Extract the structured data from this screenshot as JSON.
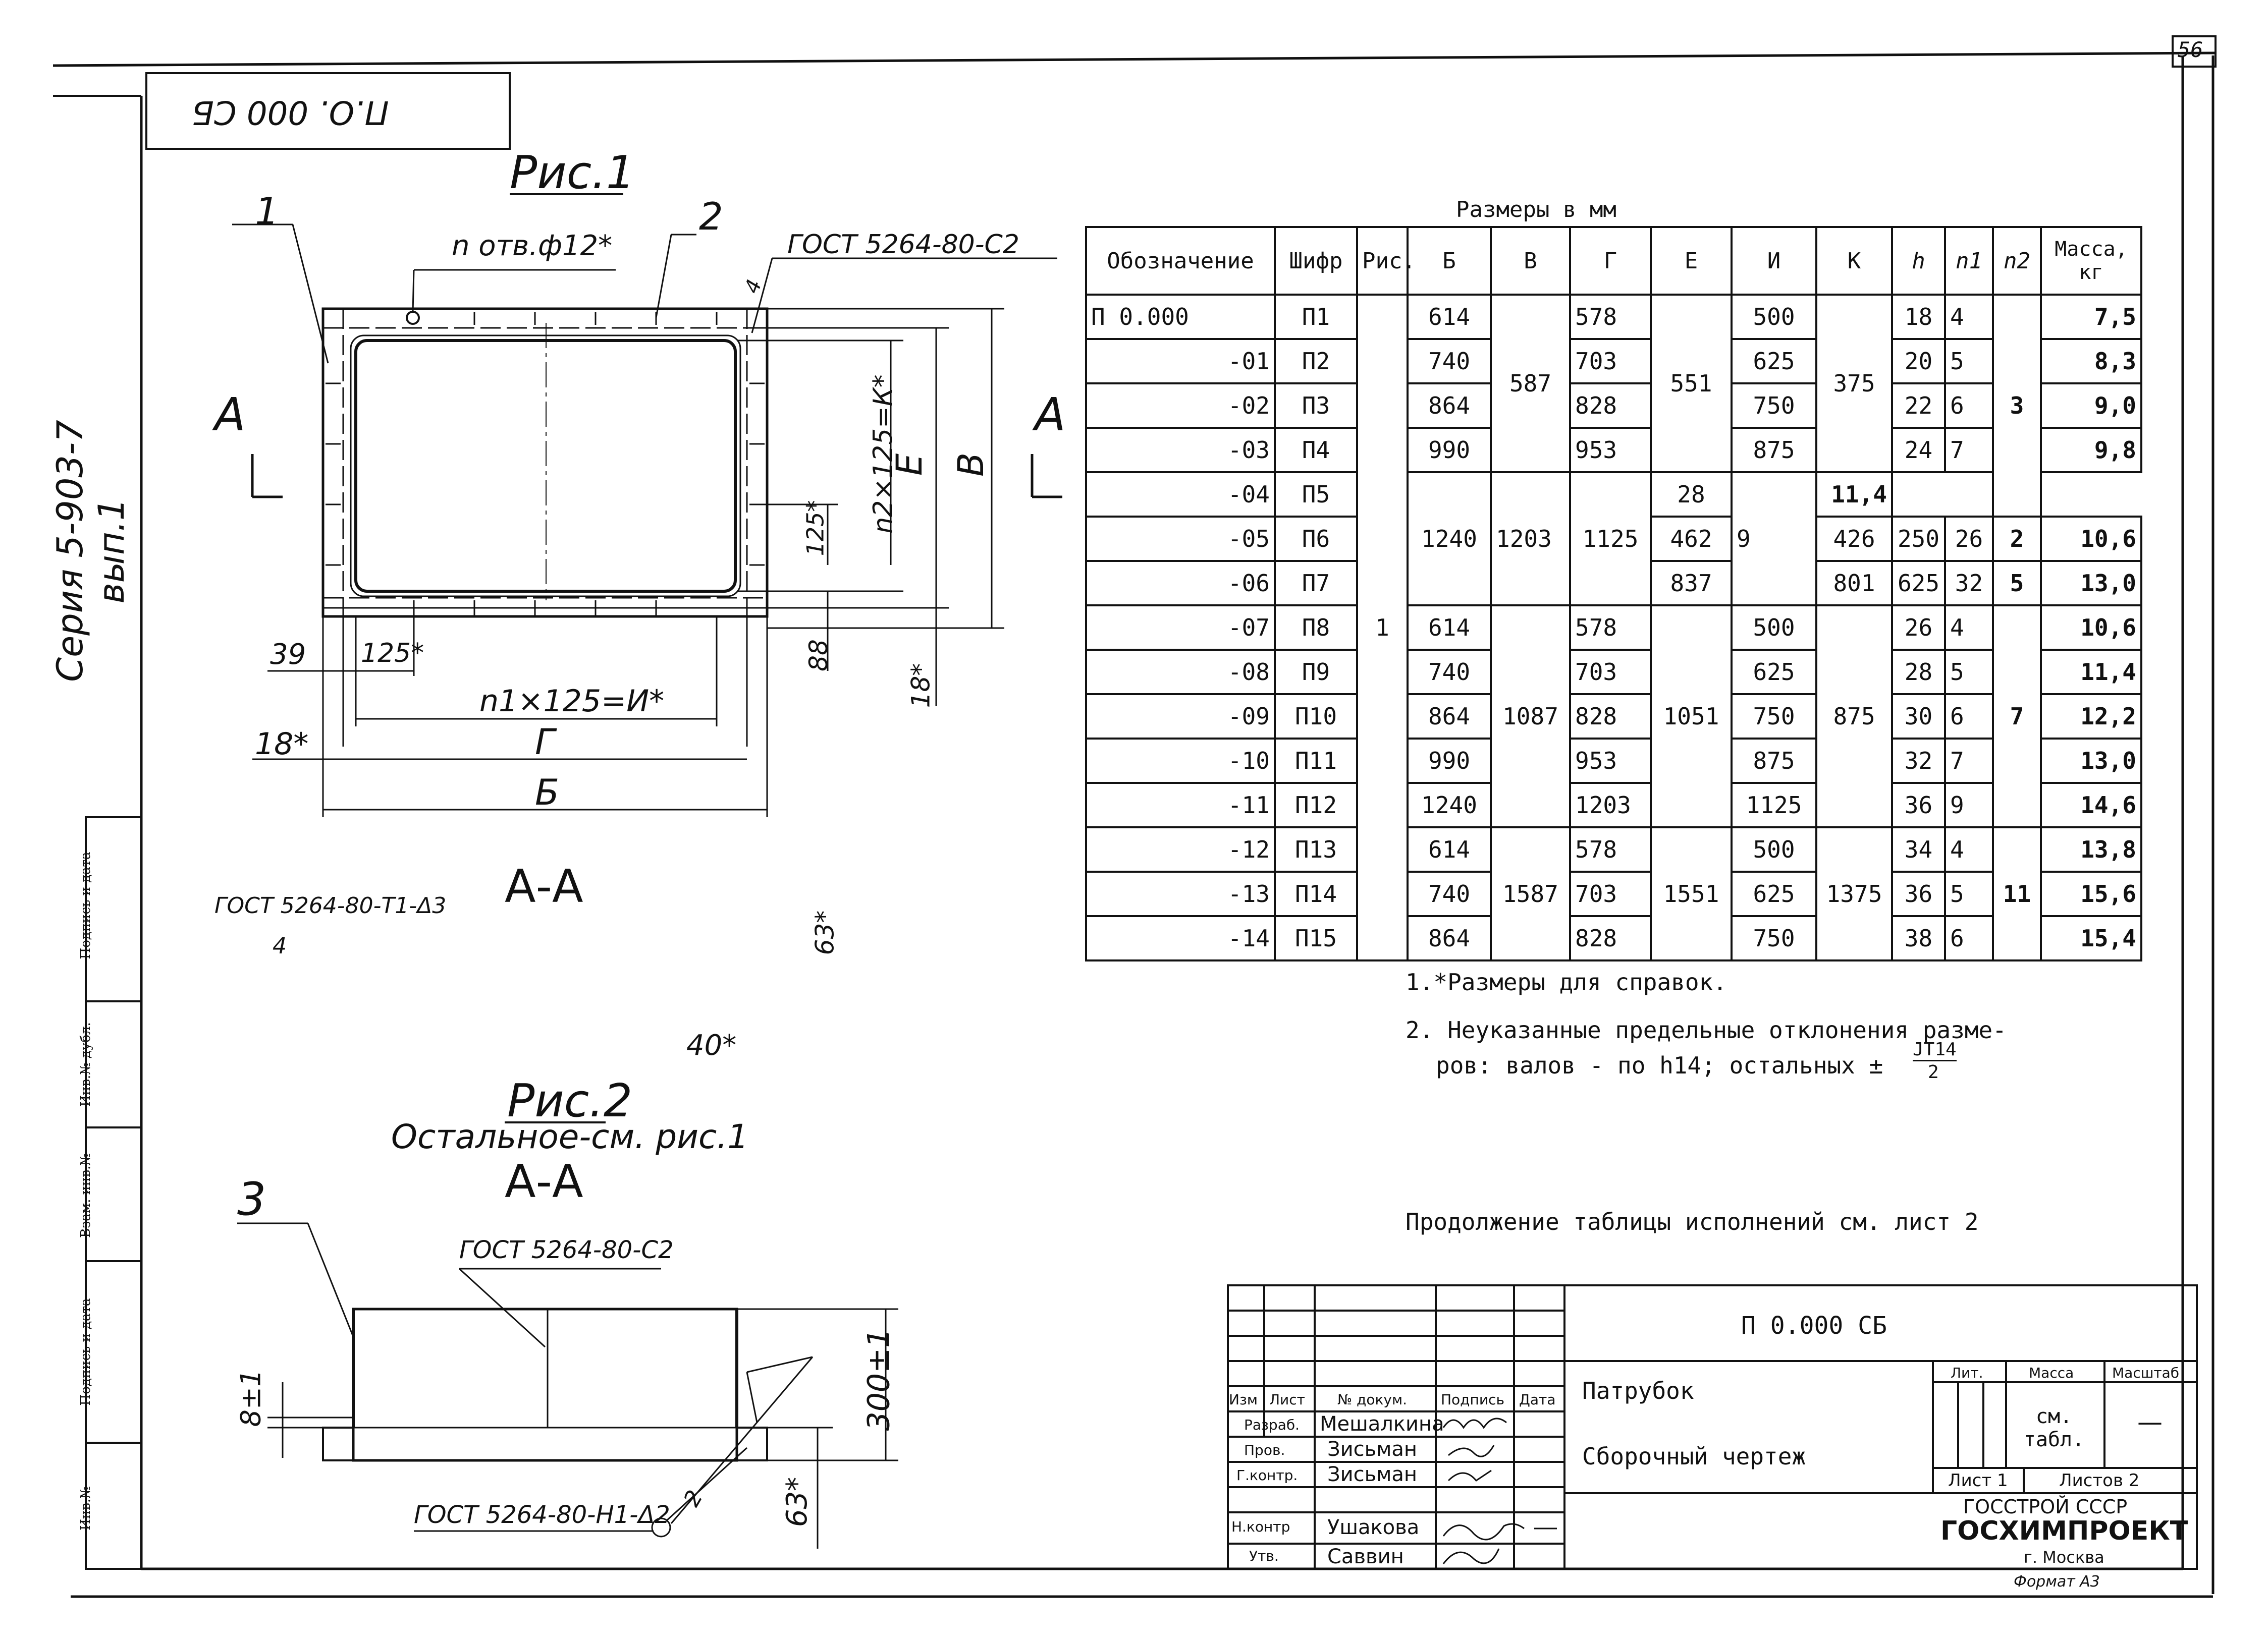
{
  "sheet_number": "56",
  "corner_stamp": "П.О. 000 СБ",
  "series": "Серия 5-903-7 вып.1",
  "side_stamps": [
    "Подпись и дата",
    "Инв.№ дубл.",
    "Взам. инв.№",
    "Подпись и дата",
    "Инв.№"
  ],
  "fig1": {
    "title": "Рис.1",
    "pos1": "1",
    "pos2": "2",
    "holes": "n отв.ф12*",
    "gost_top": "ГОСТ 5264-80-С2",
    "weld_top": "4",
    "section_a": "А",
    "dim_k": "n2×125=К*",
    "dim_e": "Е",
    "dim_v": "В",
    "dim_125v": "125*",
    "dim_88": "88",
    "dim_18v": "18*",
    "dim_39": "39",
    "dim_125h": "125*",
    "dim_i": "n1×125=И*",
    "dim_g": "Г",
    "dim_18h": "18*",
    "dim_b": "Б"
  },
  "section1": {
    "title": "А-А",
    "gost": "ГОСТ 5264-80-Т1-Δ3",
    "weld": "4",
    "dim_63": "63*",
    "dim_40": "40*"
  },
  "fig2": {
    "title": "Рис.2",
    "subtitle": "Остальное-см. рис.1",
    "section": "А-А",
    "pos3": "3",
    "gost_top": "ГОСТ 5264-80-С2",
    "gost_bottom": "ГОСТ 5264-80-Н1-Δ2",
    "weld": "2",
    "dim_8": "8±1",
    "dim_300": "300±1",
    "dim_63": "63*"
  },
  "table": {
    "caption": "Размеры в мм",
    "headers": [
      "Обозначение",
      "Шифр",
      "Рис.",
      "Б",
      "В",
      "Г",
      "Е",
      "И",
      "К",
      "h",
      "n1",
      "n2",
      "Масса, кг"
    ],
    "rows": [
      [
        "П 0.000",
        "П1",
        "614",
        "578",
        "500",
        "18",
        "4",
        "7,5"
      ],
      [
        "-01",
        "П2",
        "740",
        "703",
        "625",
        "20",
        "5",
        "8,3"
      ],
      [
        "-02",
        "П3",
        "864",
        "828",
        "750",
        "22",
        "6",
        "9,0"
      ],
      [
        "-03",
        "П4",
        "990",
        "953",
        "875",
        "24",
        "7",
        "9,8"
      ],
      [
        "-04",
        "П5",
        "",
        "",
        "",
        "28",
        "",
        "11,4"
      ],
      [
        "-05",
        "П6",
        "1240",
        "1203",
        "1125",
        "26",
        "9",
        "10,6"
      ],
      [
        "-06",
        "П7",
        "",
        "",
        "",
        "32",
        "",
        "13,0"
      ],
      [
        "-07",
        "П8",
        "614",
        "578",
        "500",
        "26",
        "4",
        "10,6"
      ],
      [
        "-08",
        "П9",
        "740",
        "703",
        "625",
        "28",
        "5",
        "11,4"
      ],
      [
        "-09",
        "П10",
        "864",
        "828",
        "750",
        "30",
        "6",
        "12,2"
      ],
      [
        "-10",
        "П11",
        "990",
        "953",
        "875",
        "32",
        "7",
        "13,0"
      ],
      [
        "-11",
        "П12",
        "1240",
        "1203",
        "1125",
        "36",
        "9",
        "14,6"
      ],
      [
        "-12",
        "П13",
        "614",
        "578",
        "500",
        "34",
        "4",
        "13,8"
      ],
      [
        "-13",
        "П14",
        "740",
        "703",
        "625",
        "36",
        "5",
        "15,6"
      ],
      [
        "-14",
        "П15",
        "864",
        "828",
        "750",
        "38",
        "6",
        "15,4"
      ]
    ],
    "fig_col": "1",
    "v": [
      "587",
      "462",
      "837",
      "1087",
      "1587"
    ],
    "e": [
      "551",
      "426",
      "801",
      "1051",
      "1551"
    ],
    "k": [
      "375",
      "250",
      "625",
      "875",
      "1375"
    ],
    "n2": [
      "3",
      "2",
      "5",
      "7",
      "11"
    ]
  },
  "notes": {
    "n1": "1.*Размеры для справок.",
    "n2a": "2. Неуказанные предельные отклонения разме-",
    "n2b": "ров: валов - по h14; остальных ±",
    "n2frac_top": "JT14",
    "n2frac_bot": "2",
    "continuation": "Продолжение таблицы исполнений см. лист 2"
  },
  "title_block": {
    "designation": "П 0.000 СБ",
    "name": "Патрубок",
    "doc_type": "Сборочный чертеж",
    "col_izm": "Изм",
    "col_list": "Лист",
    "col_doc": "№ докум.",
    "col_sign": "Подпись",
    "col_date": "Дата",
    "razrab_label": "Разраб.",
    "razrab": "Мешалкина",
    "prov_label": "Пров.",
    "prov": "Зисьман",
    "gkontr_label": "Г.контр.",
    "gkontr": "Зисьман",
    "nkontr_label": "Н.контр",
    "nkontr": "Ушакова",
    "utv_label": "Утв.",
    "utv": "Саввин",
    "lit_label": "Лит.",
    "massa_label": "Масса",
    "scale_label": "Масштаб",
    "massa_value": "см. табл.",
    "scale_value": "—",
    "sheet_label": "Лист 1",
    "sheets_label": "Листов 2",
    "org1": "ГОССТРОЙ СССР",
    "org2": "ГОСХИМПРОЕКТ",
    "org3": "г. Москва",
    "format": "Формат А3"
  }
}
